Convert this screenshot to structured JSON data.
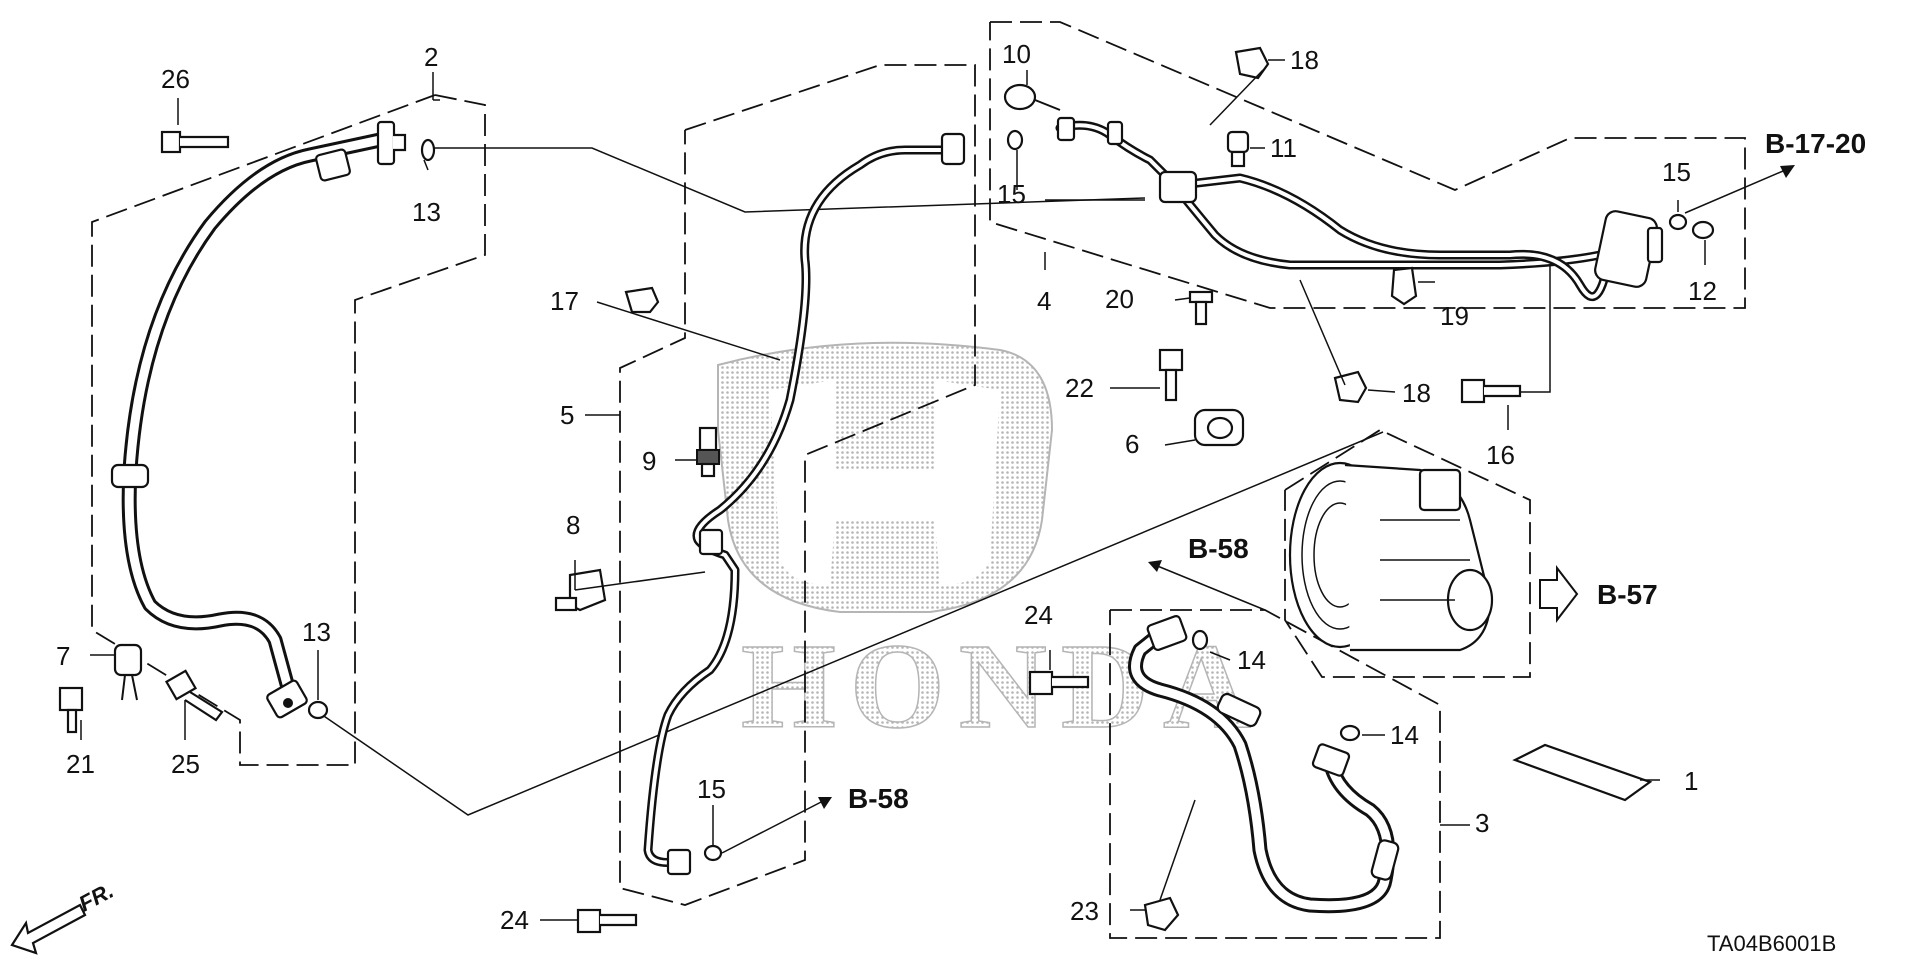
{
  "callouts": {
    "c1": "1",
    "c2": "2",
    "c3": "3",
    "c4": "4",
    "c5": "5",
    "c6": "6",
    "c7": "7",
    "c8": "8",
    "c9": "9",
    "c10": "10",
    "c11": "11",
    "c12": "12",
    "c13a": "13",
    "c13b": "13",
    "c14a": "14",
    "c14b": "14",
    "c15a": "15",
    "c15b": "15",
    "c15c": "15",
    "c16": "16",
    "c17": "17",
    "c18a": "18",
    "c18b": "18",
    "c19": "19",
    "c20": "20",
    "c21": "21",
    "c22": "22",
    "c23": "23",
    "c24a": "24",
    "c24b": "24",
    "c25": "25",
    "c26": "26"
  },
  "references": {
    "b1720": "B-17-20",
    "b58_upper": "B-58",
    "b58_lower": "B-58",
    "b57": "B-57"
  },
  "direction_label": "FR.",
  "drawing_code": "TA04B6001B",
  "watermark_text": "HONDA",
  "colors": {
    "line": "#111111",
    "watermark": "#b5b5b5",
    "background": "#ffffff"
  }
}
